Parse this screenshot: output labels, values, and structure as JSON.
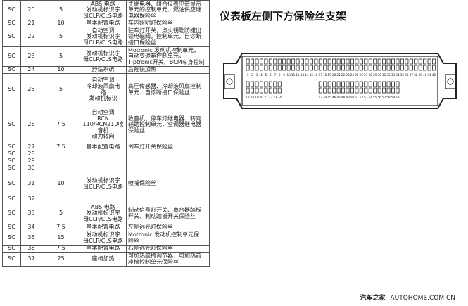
{
  "title": "仪表板左侧下方保险丝支架",
  "watermark": {
    "logo": "汽车之家",
    "url": "AUTOHOME.COM.CN"
  },
  "rows": [
    {
      "prefix": "SC",
      "num": "20",
      "amp": "5",
      "circuit": "ABS 电路\n发动机标识字\n母CLP/CLS电路",
      "desc": "主继电器、组合仪表中带显示\n单元的控制单元、燃油供应继\n电器保险丝",
      "h": 28
    },
    {
      "prefix": "SC",
      "num": "21",
      "amp": "10",
      "circuit": "基本配置电路",
      "desc": "车内照明灯保险丝",
      "h": 10
    },
    {
      "prefix": "SC",
      "num": "22",
      "amp": "5",
      "circuit": "自动空调\n发动机标识字\n母CLP/CLS电路",
      "desc": "驻车灯开关，点火钥匙防拔出\n锁电磁阀，控制单元，自诊断\n接口保险丝",
      "h": 28
    },
    {
      "prefix": "SC",
      "num": "23",
      "amp": "5",
      "circuit": "发动机标识字\n母CLP/CLS电路",
      "desc": "Motronic 发动机控制单元，\n自动变速箱控制单元，\nTiptronic开关、BCM车身控制",
      "h": 28
    },
    {
      "prefix": "SC",
      "num": "24",
      "amp": "10",
      "circuit": "舒适系统",
      "desc": "后视镜加热",
      "h": 10
    },
    {
      "prefix": "SC",
      "num": "25",
      "amp": "5",
      "circuit": "自动空调\n冷却液风扇电\n路\n发动机标识",
      "desc": "高压传感器、冷却液风扇控制\n单元、自诊断接口保险丝",
      "h": 46
    },
    {
      "prefix": "SC",
      "num": "26",
      "amp": "7.5",
      "circuit": "自动空调\nRCN\n110/RCN210收\n音机\n动力转向",
      "desc": "收音机、停车灯继电器、转向\n辅助控制单元，空调器继电器\n保险丝",
      "h": 54
    },
    {
      "prefix": "SC",
      "num": "27",
      "amp": "7.5",
      "circuit": "基本配置电路",
      "desc": "倒车灯开关保险丝",
      "h": 10
    },
    {
      "prefix": "SC",
      "num": "28",
      "amp": "",
      "circuit": "",
      "desc": "",
      "h": 10
    },
    {
      "prefix": "SC",
      "num": "29",
      "amp": "",
      "circuit": "",
      "desc": "",
      "h": 10
    },
    {
      "prefix": "SC",
      "num": "30",
      "amp": "",
      "circuit": "",
      "desc": "",
      "h": 10
    },
    {
      "prefix": "SC",
      "num": "31",
      "amp": "10",
      "circuit": "发动机标识字\n母CLP/CLS电路",
      "desc": "喷嘴保险丝",
      "h": 34
    },
    {
      "prefix": "SC",
      "num": "32",
      "amp": "",
      "circuit": "",
      "desc": "",
      "h": 10
    },
    {
      "prefix": "SC",
      "num": "33",
      "amp": "5",
      "circuit": "ABS 电路\n发动机标识字\n母CLP/CLS电路",
      "desc": "制动信号灯开关、离合器踏板\n开关、制动踏板开关保险丝",
      "h": 30
    },
    {
      "prefix": "SC",
      "num": "34",
      "amp": "7.5",
      "circuit": "基本配置电路",
      "desc": "左侧远光灯保险丝",
      "h": 10
    },
    {
      "prefix": "SC",
      "num": "35",
      "amp": "15",
      "circuit": "发动机标识字\n母CLP/CLS电路",
      "desc": "Motronic 发动机控制单元保\n险丝",
      "h": 20
    },
    {
      "prefix": "SC",
      "num": "36",
      "amp": "7.5",
      "circuit": "基本配置电路",
      "desc": "右侧远光灯保险丝",
      "h": 10
    },
    {
      "prefix": "SC",
      "num": "37",
      "amp": "25",
      "circuit": "座椅加热",
      "desc": "可加热座椅调节器、可加热前\n座椅控制单元保险丝",
      "h": 20
    }
  ],
  "diagram": {
    "row1": [
      "1",
      "2",
      "3",
      "4",
      "5",
      "6",
      "7",
      "8",
      "9",
      "10",
      "11",
      "12",
      "13",
      "14",
      "15",
      "16",
      "17",
      "18",
      "19",
      "20",
      "21",
      "22",
      "23",
      "24",
      "25",
      "26",
      "27",
      "28",
      "29",
      "30",
      "31",
      "32",
      "33",
      "34",
      "35",
      "36",
      "37",
      "38",
      "39",
      "40",
      "41",
      "42"
    ],
    "row2": [
      "17",
      "18",
      "19",
      "20",
      "21",
      "22",
      "23",
      "24",
      "43",
      "44",
      "45",
      "46",
      "47",
      "48",
      "49",
      "50",
      "51",
      "52",
      "53",
      "54",
      "55",
      "56",
      "57",
      "58",
      "59",
      "60"
    ]
  }
}
